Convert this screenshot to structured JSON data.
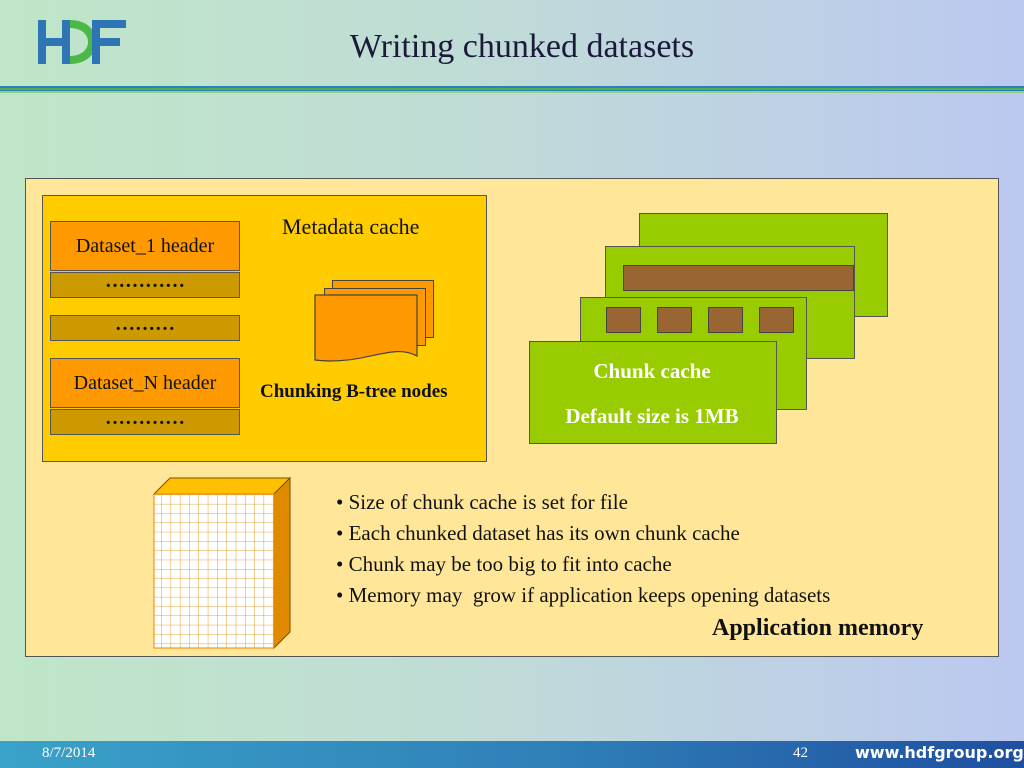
{
  "logo": {
    "text": "HDF",
    "colors": [
      "#2e75b6",
      "#4cb848"
    ]
  },
  "title": "Writing chunked datasets",
  "metadata_cache": {
    "label": "Metadata cache",
    "headers": [
      "Dataset_1 header",
      "Dataset_N header"
    ],
    "dots": [
      "…………",
      "………",
      "…………"
    ],
    "btree_label": "Chunking B-tree nodes"
  },
  "chunk_cache": {
    "title": "Chunk cache",
    "size": "Default size is 1MB"
  },
  "bullets": [
    "• Size of chunk cache is set for file",
    "• Each chunked dataset has its own chunk cache",
    "• Chunk may be too big to fit into cache",
    "• Memory may  grow if application keeps opening datasets"
  ],
  "application_memory": "Application memory",
  "footer": {
    "date": "8/7/2014",
    "page": "42",
    "url": "www.hdfgroup.org"
  },
  "colors": {
    "app_memory_fill": "#ffe699",
    "metadata_fill": "#ffcc00",
    "header_fill": "#ff9900",
    "dots_fill": "#cc9900",
    "chunk_fill": "#99cc00",
    "slot_fill": "#996633"
  }
}
